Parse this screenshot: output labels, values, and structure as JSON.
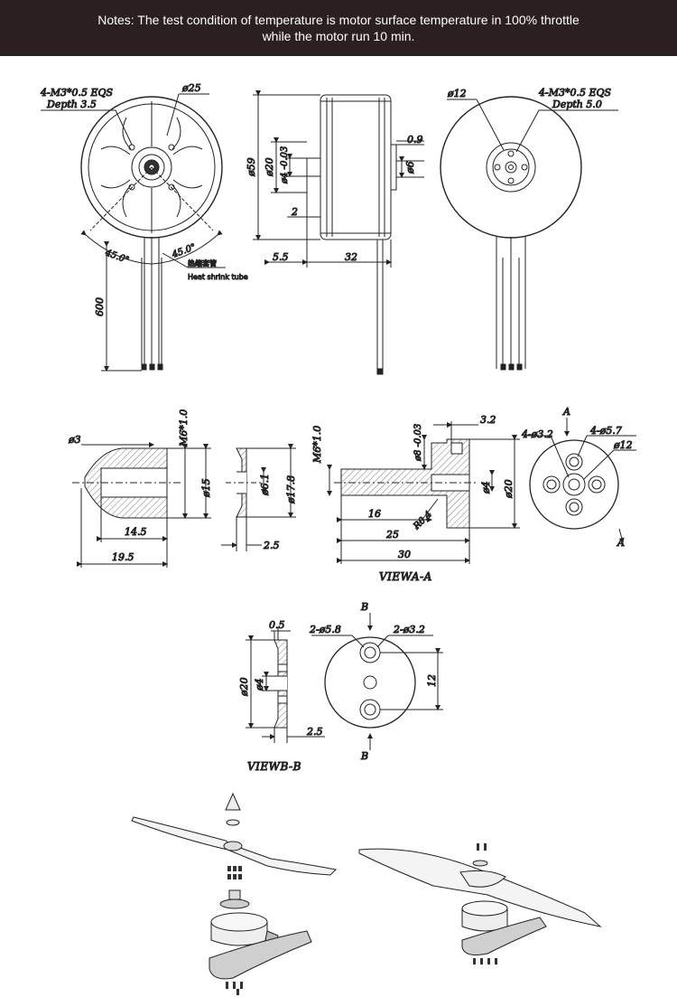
{
  "notes": {
    "line1": "Notes: The test condition of temperature is motor surface temperature in 100% throttle",
    "line2": "while the motor run 10 min."
  },
  "front_view": {
    "thread_label": "4-M3*0.5 EQS",
    "depth_label": "Depth 3.5",
    "dia_label": "ø25",
    "angle_left": "45.0°",
    "angle_right": "45.0°",
    "tube_cn": "热缩套管",
    "tube_en": "Heat shrink tube",
    "wire_len": "600"
  },
  "side_view": {
    "d59": "ø59",
    "d20": "ø20",
    "d4": "ø4 -0.03",
    "d09": "0.9",
    "d6": "ø6",
    "d2": "2",
    "d55": "5.5",
    "d32": "32"
  },
  "rear_view": {
    "dia_label": "ø12",
    "thread_label": "4-M3*0.5 EQS",
    "depth_label": "Depth 5.0"
  },
  "nut": {
    "d3": "ø3",
    "m6": "M6*1.0",
    "d15": "ø15",
    "d145": "14.5",
    "d195": "19.5"
  },
  "washer": {
    "d61": "ø6.1",
    "d178": "ø17.8",
    "d25": "2.5"
  },
  "adapter": {
    "m6": "M6*1.0",
    "d8": "ø8 -0.03",
    "d32": "3.2",
    "d4": "ø4",
    "d20": "ø20",
    "d16": "16",
    "r04": "R0.4",
    "d25": "25",
    "d30": "30"
  },
  "view_a": {
    "marker": "A",
    "holes_small": "4-ø3.2",
    "holes_large": "4-ø5.7",
    "dia": "ø12",
    "caption": "VIEWA-A"
  },
  "view_b": {
    "marker": "B",
    "d05": "0.5",
    "holes_large": "2-ø5.8",
    "holes_small": "2-ø3.2",
    "d20": "ø20",
    "d4": "ø4",
    "d12": "12",
    "d25": "2.5",
    "caption": "VIEWB-B"
  }
}
